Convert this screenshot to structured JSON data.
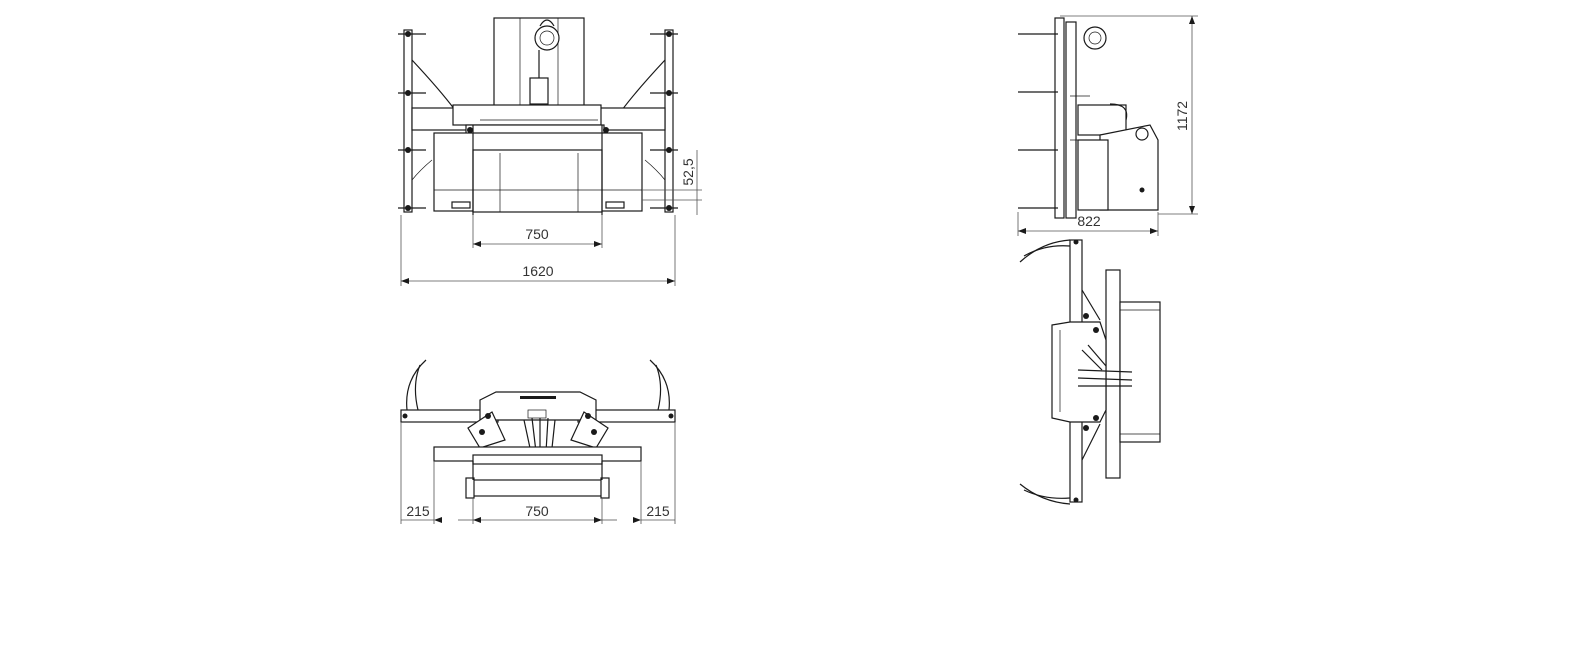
{
  "front_view": {
    "width_dim": "1620",
    "inner_dim": "750",
    "offset_dim": "52,5"
  },
  "top_view": {
    "left_dim": "215",
    "center_dim": "750",
    "right_dim": "215"
  },
  "side_view": {
    "height_dim": "1172",
    "depth_dim": "822"
  }
}
